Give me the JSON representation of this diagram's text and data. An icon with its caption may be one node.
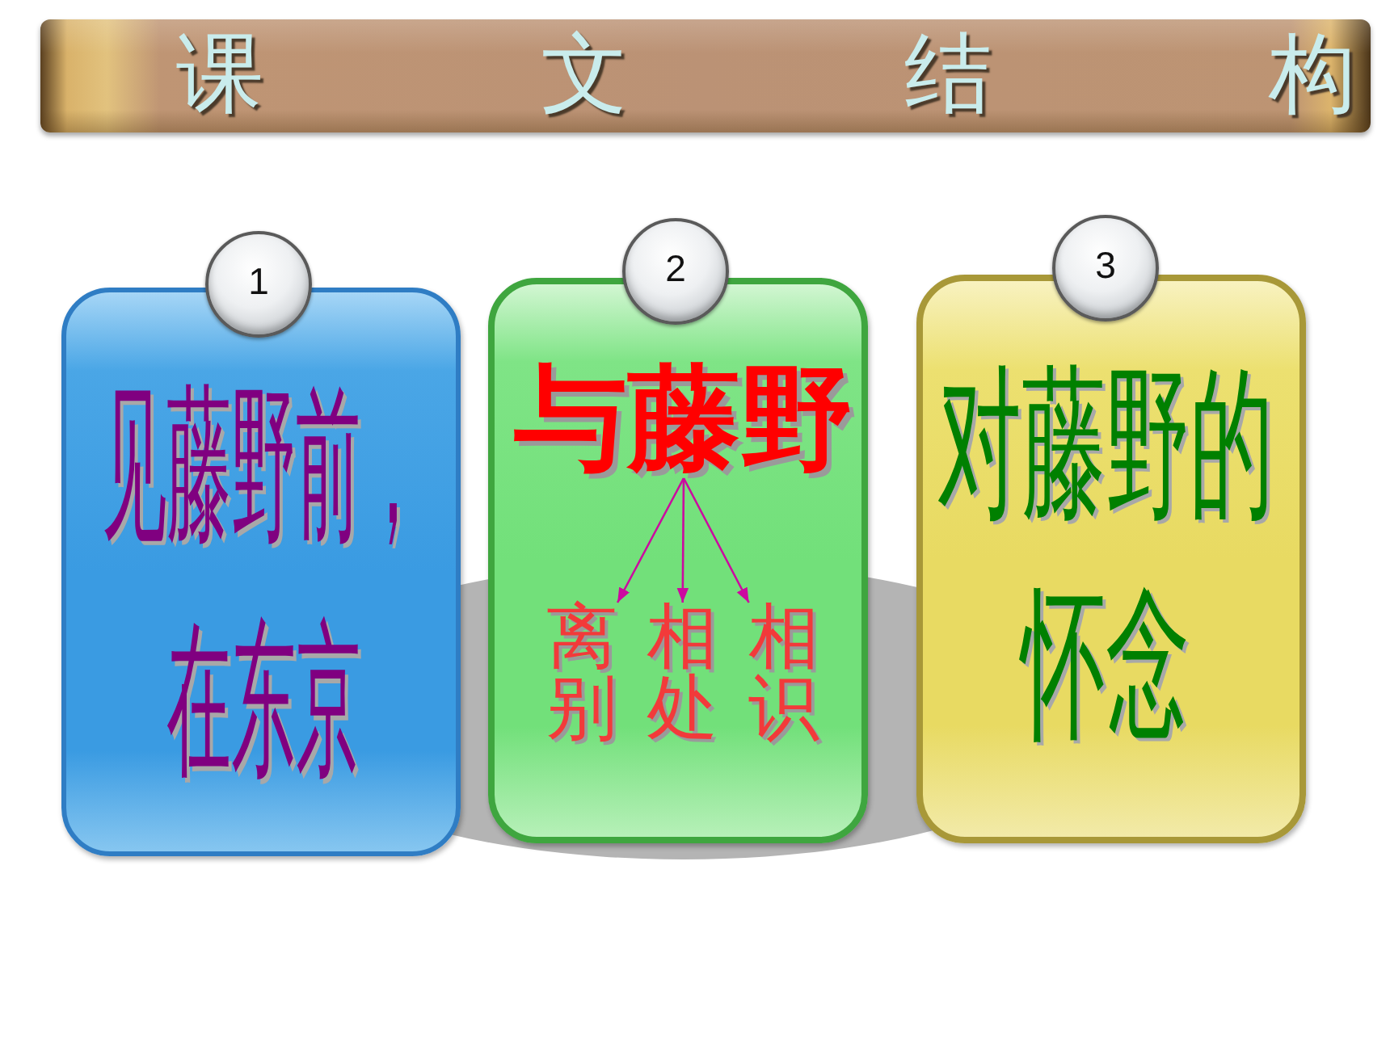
{
  "diagram": {
    "title": "课文结构",
    "nodes": [
      {
        "text": [
          "1"
        ]
      },
      {
        "text": [
          "见藤野前，在东京"
        ]
      },
      {
        "text": [
          "2"
        ]
      },
      {
        "text": [],
        "shape": "box"
      },
      {
        "text": [
          "与藤野"
        ],
        "in": 3
      },
      {
        "text": [
          "离别"
        ],
        "in": 3
      },
      {
        "text": [
          "相处"
        ],
        "in": 3
      },
      {
        "text": [
          "相识"
        ],
        "in": 3
      },
      {
        "text": [
          "3"
        ]
      },
      {
        "text": [
          "对藤野的怀念"
        ]
      }
    ],
    "edges": [
      {
        "from": 4,
        "to": 5,
        "arrow": "to"
      },
      {
        "from": 4,
        "to": 6,
        "arrow": "to"
      },
      {
        "from": 4,
        "to": 7,
        "arrow": "to"
      }
    ]
  }
}
